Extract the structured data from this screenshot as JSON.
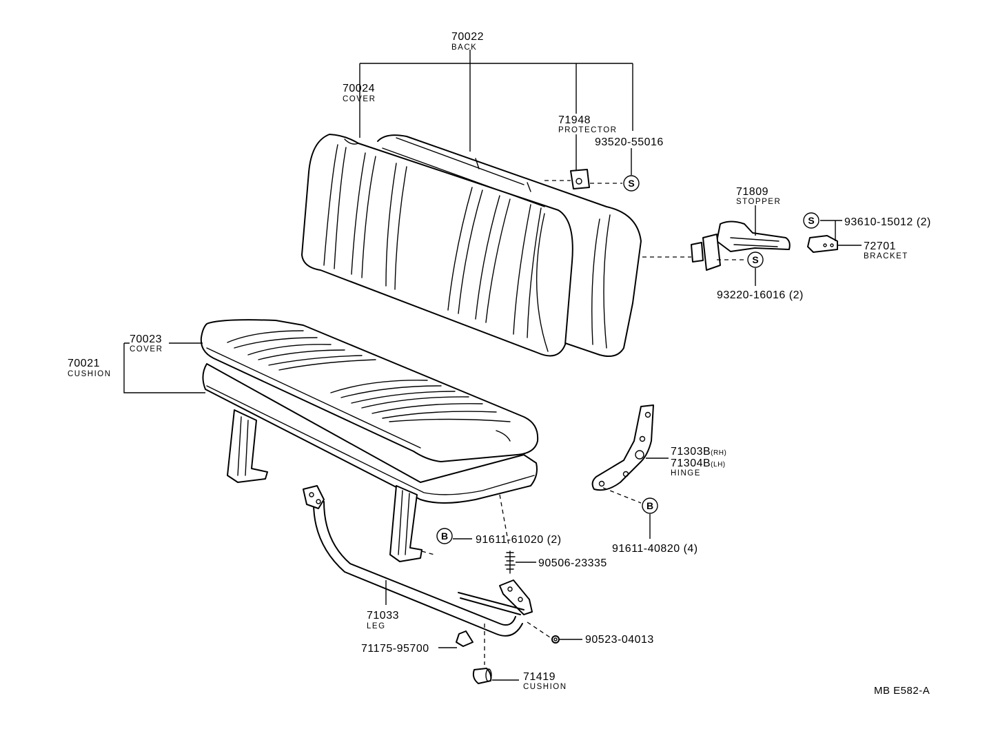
{
  "diagram_code": "MB E582-A",
  "callouts": {
    "back": {
      "part_no": "70022",
      "name": "BACK"
    },
    "back_cover": {
      "part_no": "70024",
      "name": "COVER"
    },
    "protector": {
      "part_no": "71948",
      "name": "PROTECTOR"
    },
    "screw_93520": {
      "part_no": "93520-55016",
      "symbol": "S"
    },
    "stopper": {
      "part_no": "71809",
      "name": "STOPPER"
    },
    "screw_93610": {
      "part_no": "93610-15012 (2)",
      "symbol": "S"
    },
    "bracket": {
      "part_no": "72701",
      "name": "BRACKET"
    },
    "screw_93220": {
      "part_no": "93220-16016 (2)",
      "symbol": "S"
    },
    "cushion_cover": {
      "part_no": "70023",
      "name": "COVER"
    },
    "cushion": {
      "part_no": "70021",
      "name": "CUSHION"
    },
    "hinge": {
      "part_no_rh": "71303B",
      "rh": "(RH)",
      "part_no_lh": "71304B",
      "lh": "(LH)",
      "name": "HINGE"
    },
    "bolt_91611_40820": {
      "part_no": "91611-40820 (4)",
      "symbol": "B"
    },
    "bolt_91611_61020": {
      "part_no": "91611-61020 (2)",
      "symbol": "B"
    },
    "pin_90506": {
      "part_no": "90506-23335"
    },
    "leg": {
      "part_no": "71033",
      "name": "LEG"
    },
    "washer_90523": {
      "part_no": "90523-04013"
    },
    "part_71175": {
      "part_no": "71175-95700"
    },
    "leg_cushion": {
      "part_no": "71419",
      "name": "CUSHION"
    }
  }
}
